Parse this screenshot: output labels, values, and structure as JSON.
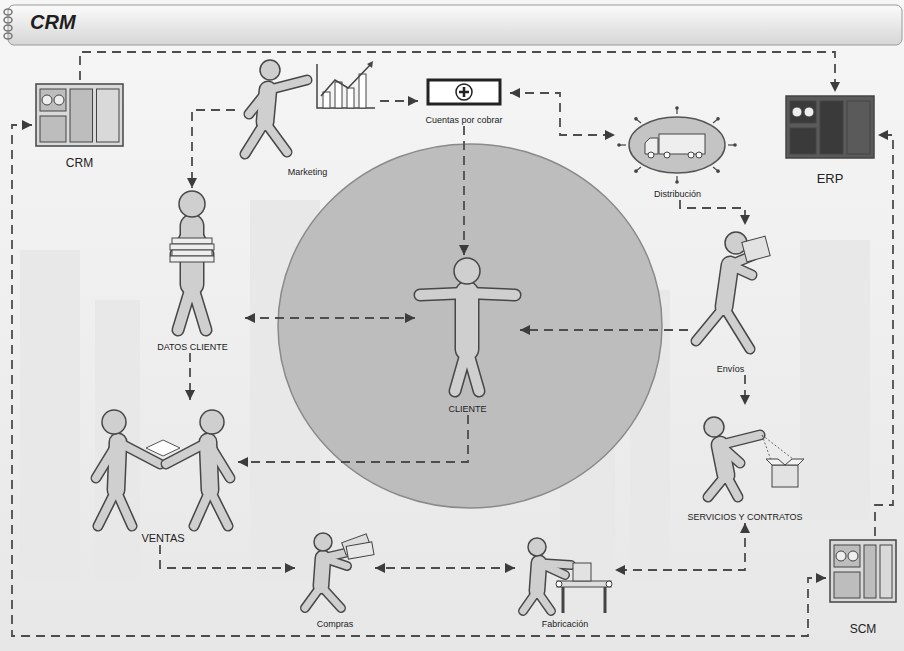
{
  "diagram": {
    "title": "CRM",
    "nodes": [
      {
        "text": [
          "CRM"
        ]
      },
      {
        "text": [
          "Marketing"
        ]
      },
      {
        "text": [
          "Cuentas por cobrar"
        ]
      },
      {
        "text": [
          "Distribución"
        ]
      },
      {
        "text": [
          "ERP"
        ]
      },
      {
        "text": [
          "DATOS CLIENTE"
        ]
      },
      {
        "text": [
          "CLIENTE"
        ]
      },
      {
        "text": [
          "Envíos"
        ]
      },
      {
        "text": [
          "VENTAS"
        ]
      },
      {
        "text": [
          "SERVICIOS Y CONTRATOS"
        ]
      },
      {
        "text": [
          "Compras"
        ]
      },
      {
        "text": [
          "Fabricación"
        ]
      },
      {
        "text": [
          "SCM"
        ]
      }
    ],
    "edges": [
      {
        "from": 0,
        "to": 4,
        "arrow": "to"
      },
      {
        "from": 12,
        "to": 4,
        "arrow": "to"
      },
      {
        "from": 0,
        "to": 12,
        "arrow": "both"
      },
      {
        "from": 1,
        "to": 2,
        "arrow": "to"
      },
      {
        "from": 2,
        "to": 3,
        "arrow": "both"
      },
      {
        "from": 3,
        "to": 7,
        "arrow": "to"
      },
      {
        "from": 7,
        "to": 9,
        "arrow": "to"
      },
      {
        "from": 7,
        "to": 6,
        "arrow": "to"
      },
      {
        "from": 9,
        "to": 11,
        "arrow": "both"
      },
      {
        "from": 11,
        "to": 10,
        "arrow": "both"
      },
      {
        "from": 8,
        "to": 10,
        "arrow": "to"
      },
      {
        "from": 6,
        "to": 8,
        "arrow": "to"
      },
      {
        "from": 5,
        "to": 6,
        "arrow": "both"
      },
      {
        "from": 5,
        "to": 8,
        "arrow": "to"
      },
      {
        "from": 1,
        "to": 5,
        "arrow": "to"
      },
      {
        "from": 2,
        "to": 6,
        "arrow": "to"
      }
    ]
  }
}
